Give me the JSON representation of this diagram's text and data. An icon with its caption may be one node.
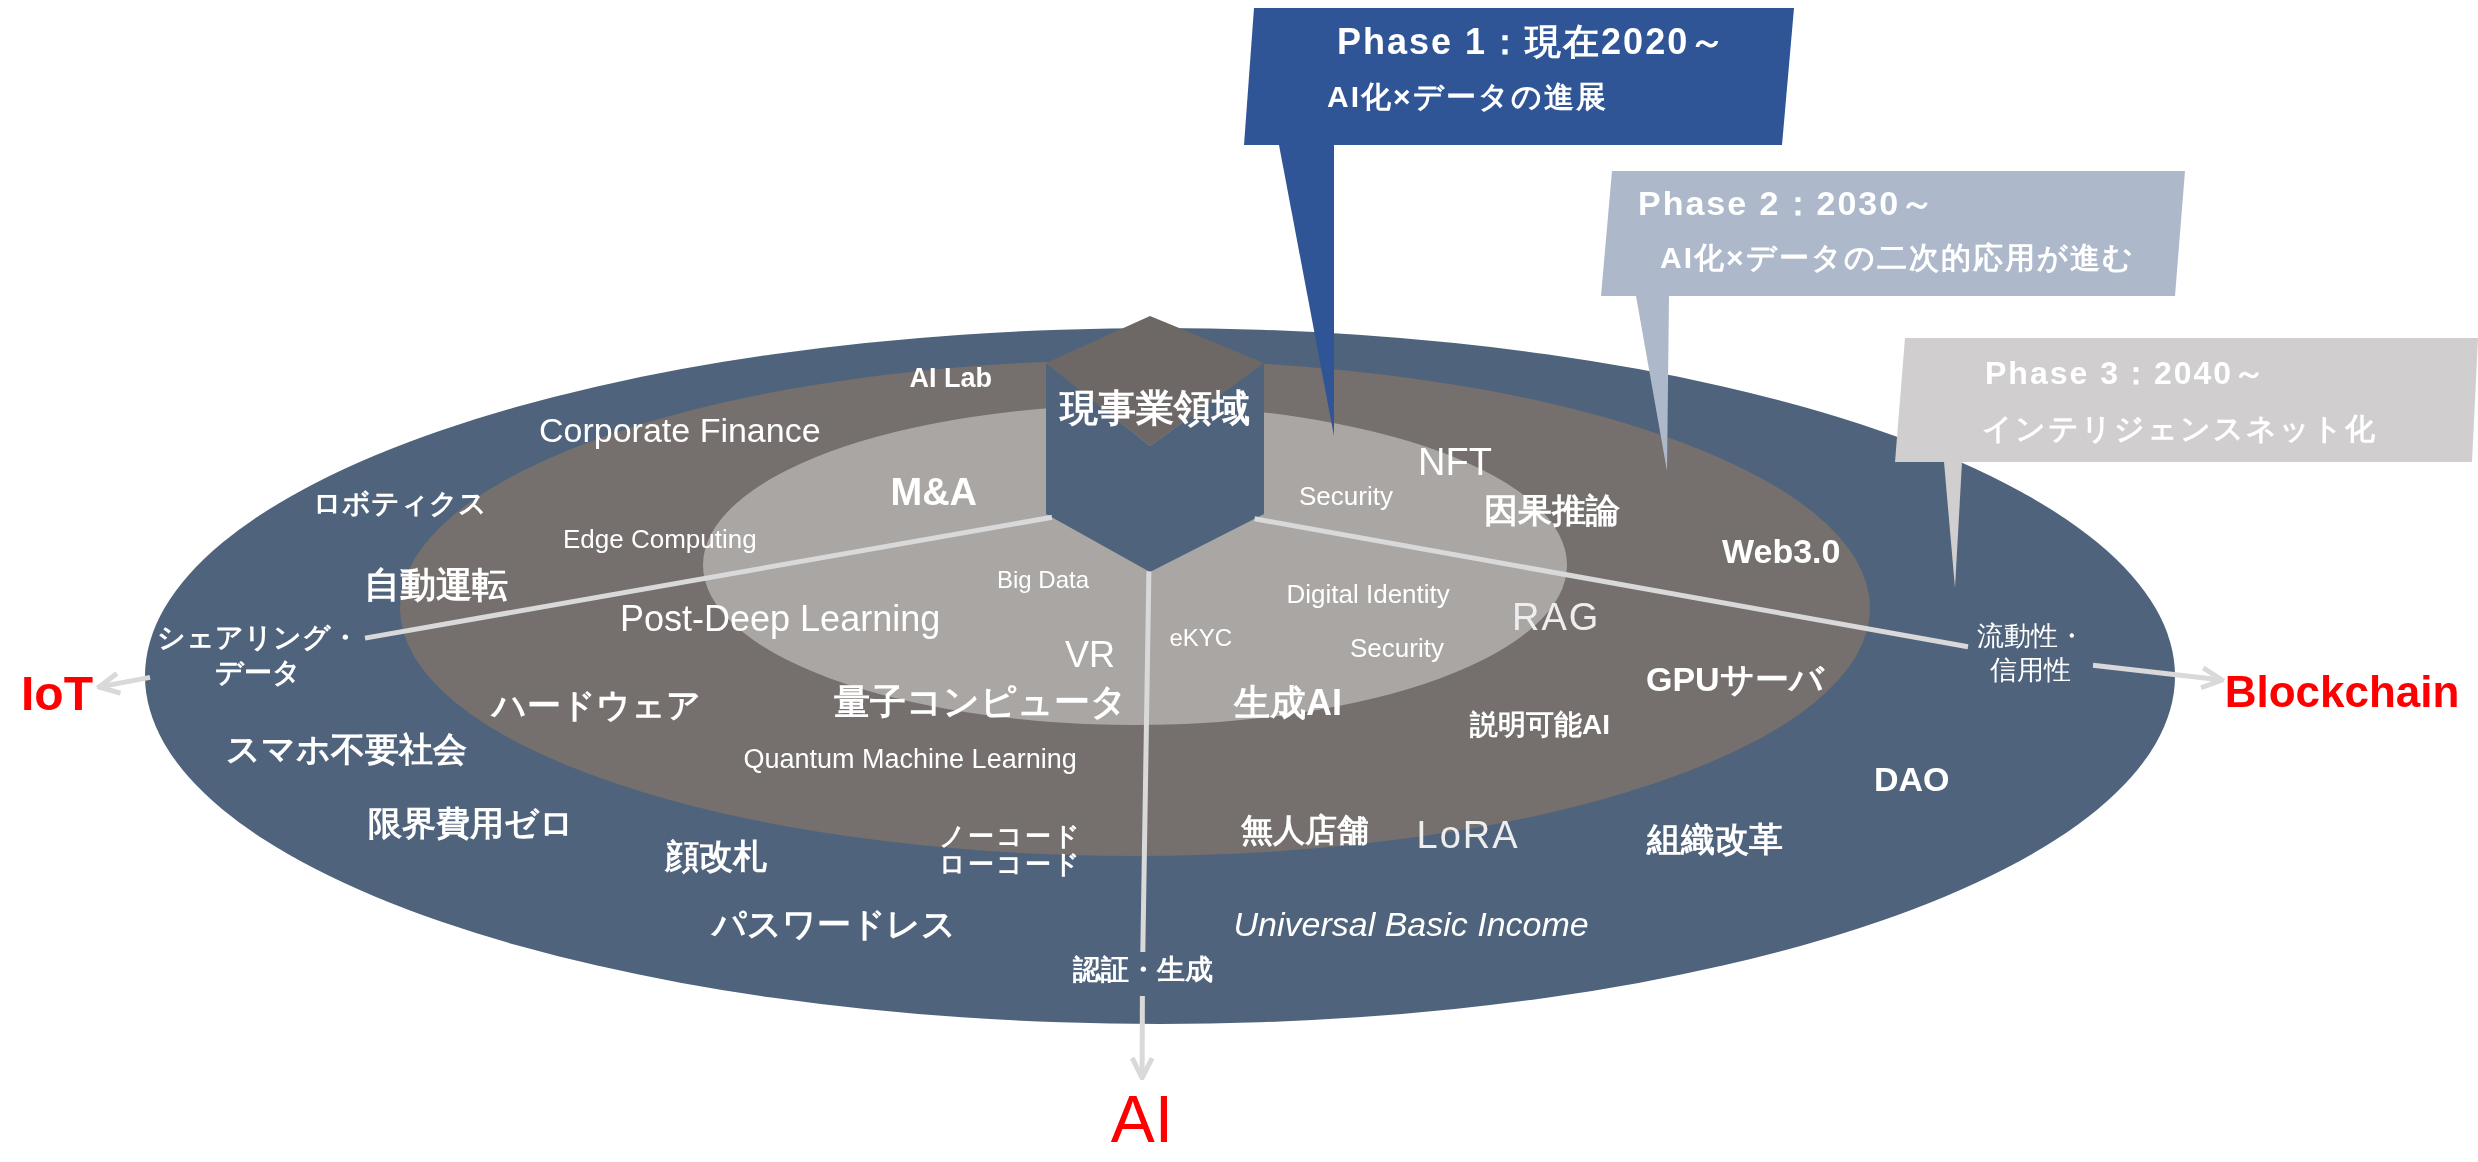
{
  "diagram": {
    "nodes": [
      {
        "text": [
          "Phase 1：現在2020～",
          "AI化×データの進展"
        ]
      },
      {
        "text": [
          "Phase 2：2030～",
          "AI化×データの二次的応用が進む"
        ]
      },
      {
        "text": [
          "Phase 3：2040～",
          "インテリジェンスネット化"
        ]
      },
      {
        "text": [
          "現事業領域"
        ]
      },
      {
        "text": [
          "シェアリング・データ"
        ]
      },
      {
        "text": [
          "流動性・信用性"
        ]
      },
      {
        "text": [
          "認証・生成"
        ]
      },
      {
        "text": [
          "IoT"
        ]
      },
      {
        "text": [
          "Blockchain"
        ]
      },
      {
        "text": [
          "AI"
        ]
      }
    ],
    "edges": [
      {
        "from": 3,
        "to": 4,
        "arrow": "none"
      },
      {
        "from": 3,
        "to": 5,
        "arrow": "none"
      },
      {
        "from": 3,
        "to": 6,
        "arrow": "none"
      },
      {
        "from": 4,
        "to": 7,
        "arrow": "to"
      },
      {
        "from": 5,
        "to": 8,
        "arrow": "to"
      },
      {
        "from": 6,
        "to": 9,
        "arrow": "to"
      },
      {
        "from": 0,
        "to": null,
        "arrow": "to",
        "color": "#2f5597"
      },
      {
        "from": 1,
        "to": null,
        "arrow": "to",
        "color": "#adb9ca"
      },
      {
        "from": 2,
        "to": null,
        "arrow": "to",
        "color": "#d0cece"
      }
    ],
    "labels": [
      "AI Lab",
      "Corporate Finance",
      "NFT",
      "ロボティクス",
      "M&A",
      "Security",
      "因果推論",
      "Edge Computing",
      "Web3.0",
      "自動運転",
      "Big Data",
      "Digital Identity",
      "RAG",
      "Post-Deep Learning",
      "eKYC",
      "Security",
      "VR",
      "ハードウェア",
      "量子コンピュータ",
      "生成AI",
      "GPUサーバ",
      "説明可能AI",
      "スマホ不要社会",
      "Quantum Machine Learning",
      "DAO",
      "無人店舗",
      "限界費用ゼロ",
      "LoRA",
      "組織改革",
      "ノーコードローコード",
      "顔改札",
      "パスワードレス",
      "Universal Basic Income"
    ]
  }
}
